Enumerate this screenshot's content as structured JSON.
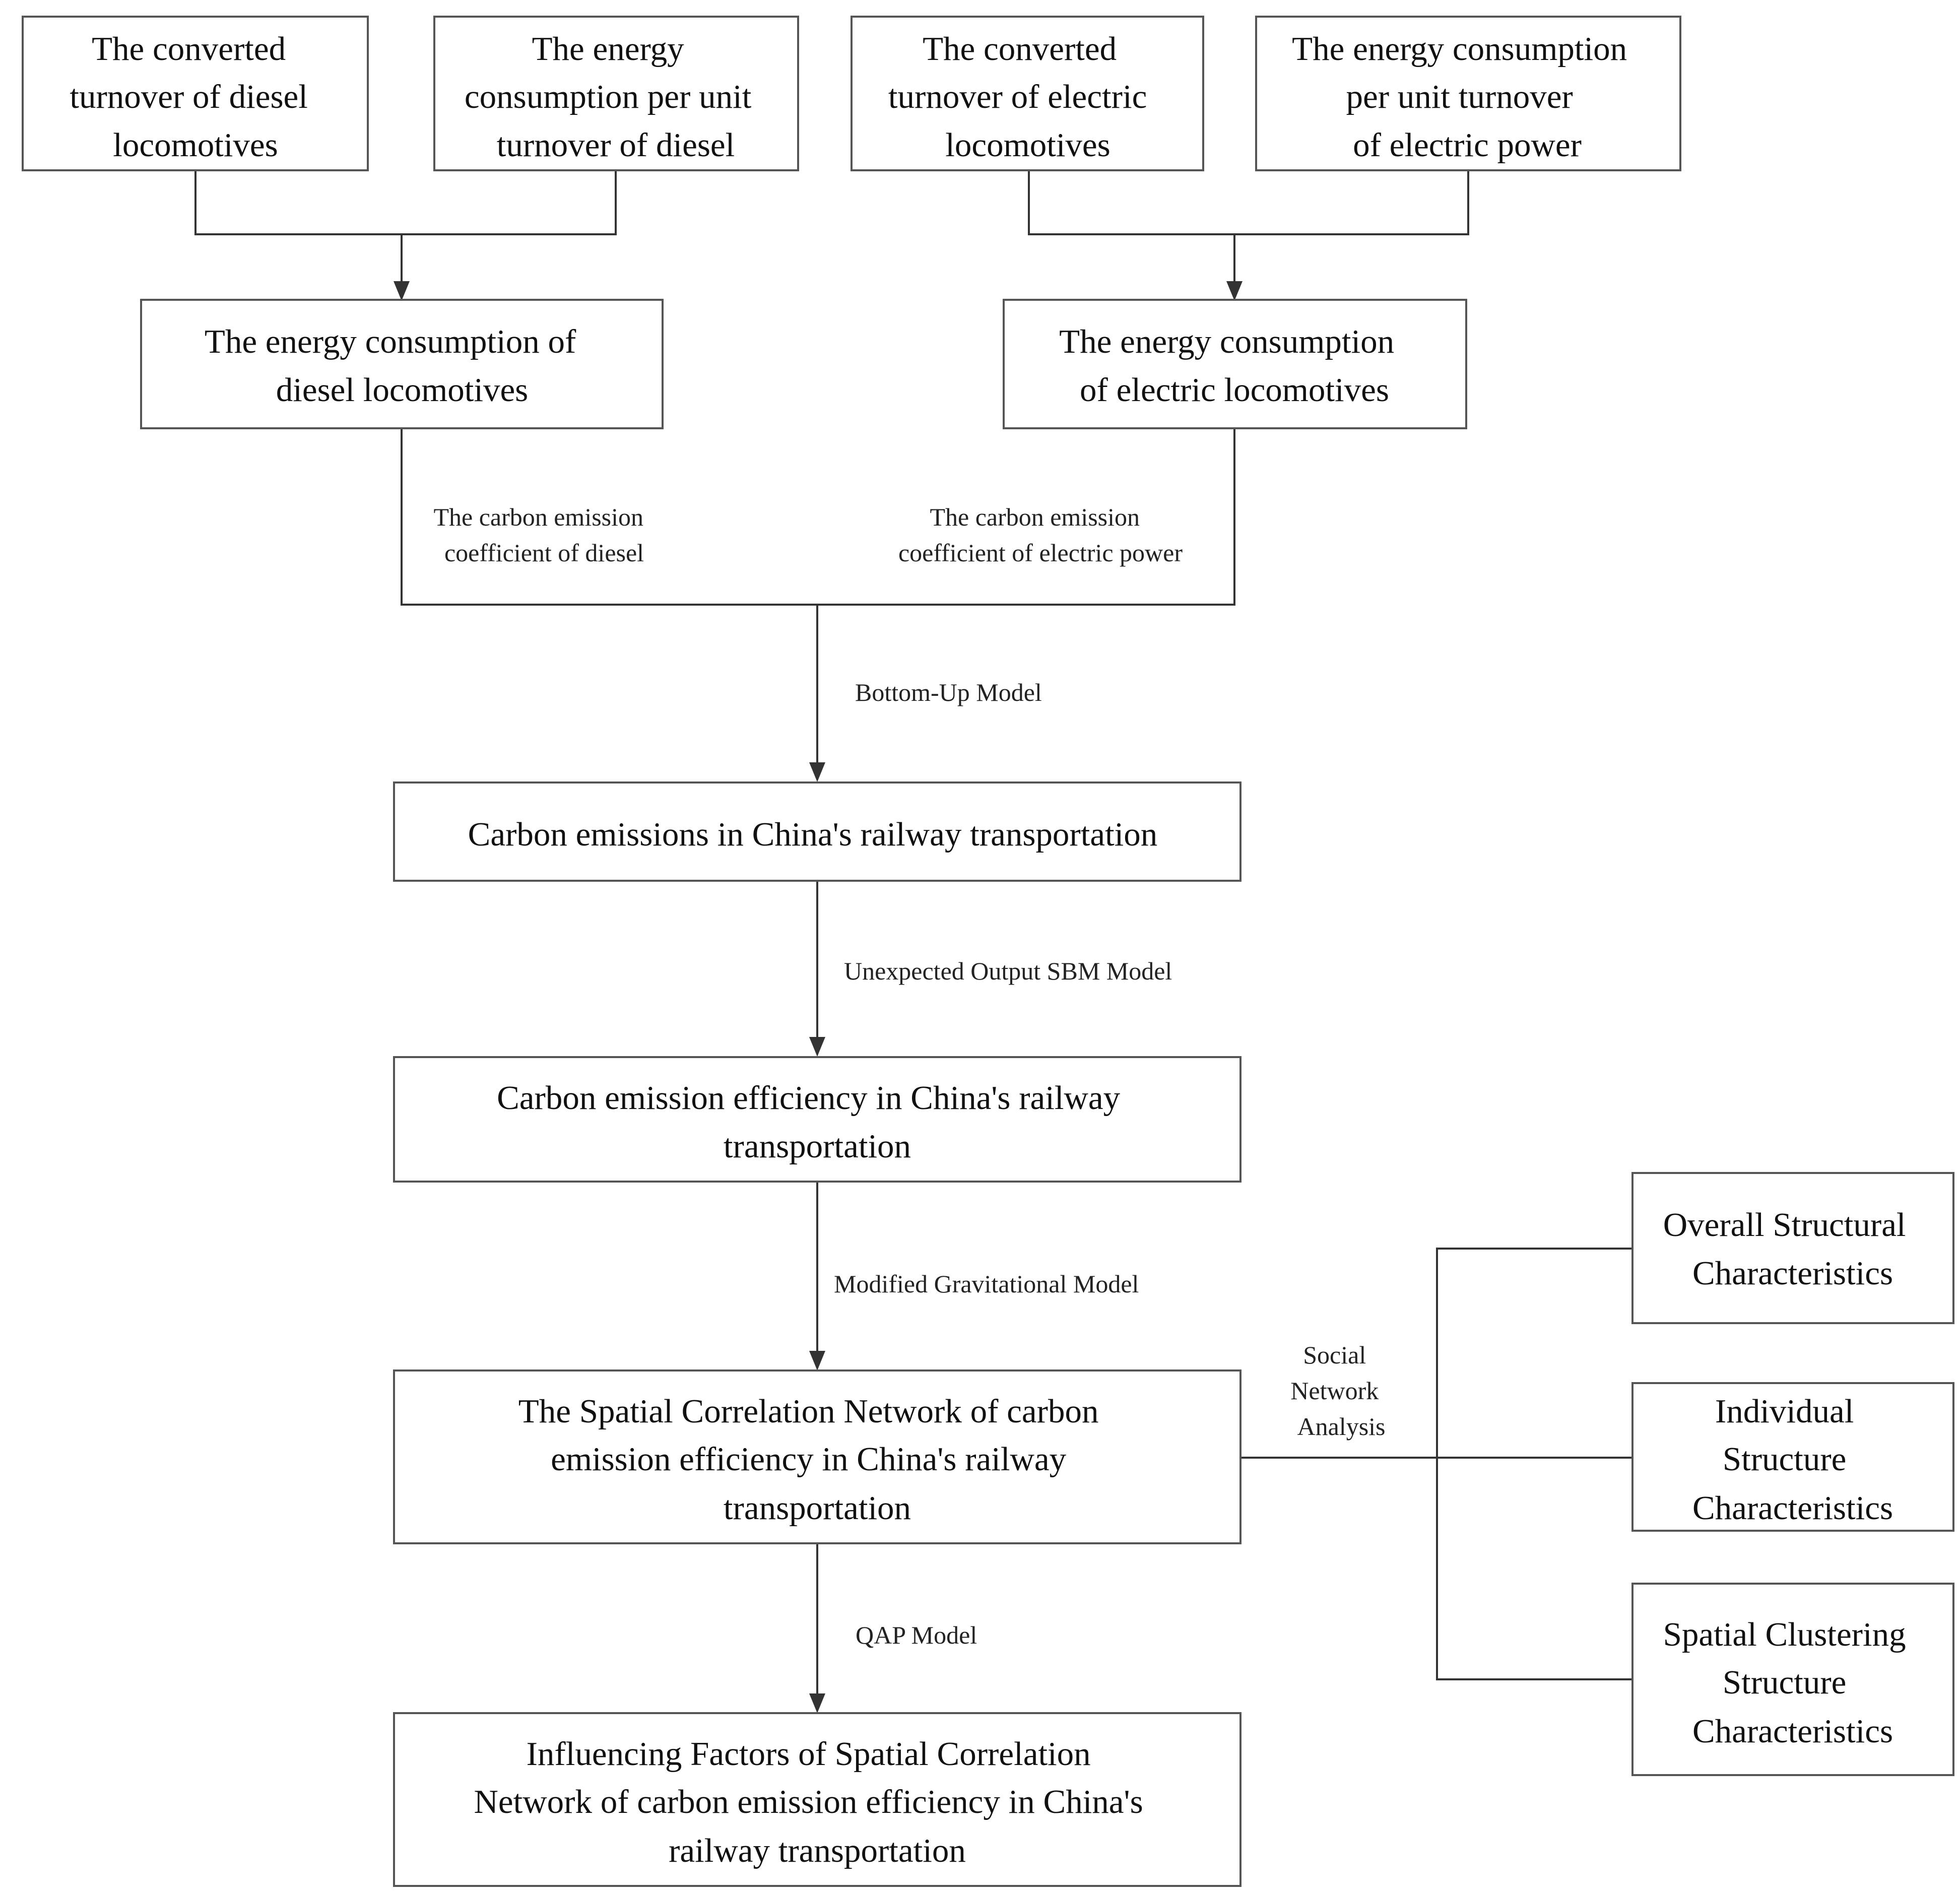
{
  "boxes": {
    "diesel_turnover": [
      "The converted",
      "turnover of diesel",
      "locomotives"
    ],
    "diesel_unit_energy": [
      "The energy",
      "consumption per unit",
      "turnover of  diesel"
    ],
    "electric_turnover": [
      "The converted",
      "turnover of  electric",
      "locomotives"
    ],
    "electric_unit_energy": [
      "The energy consumption",
      "per unit turnover",
      "of  electric power"
    ],
    "diesel_energy": [
      "The energy consumption of",
      "diesel locomotives"
    ],
    "electric_energy": [
      "The energy consumption",
      "of  electric locomotives"
    ],
    "carbon_emissions": [
      "Carbon emissions in China's railway transportation"
    ],
    "carbon_efficiency": [
      "Carbon emission efficiency in China's railway",
      "transportation"
    ],
    "spatial_network": [
      "The Spatial Correlation Network of  carbon",
      "emission efficiency in China's railway",
      "transportation"
    ],
    "influencing_factors": [
      "Influencing Factors of Spatial Correlation",
      "Network of carbon emission efficiency in China's",
      "railway transportation"
    ],
    "overall_structure": [
      "Overall Structural",
      "Characteristics"
    ],
    "individual_structure": [
      "Individual",
      "Structure",
      "Characteristics"
    ],
    "clustering_structure": [
      "Spatial Clustering",
      "Structure",
      "Characteristics"
    ]
  },
  "edge_labels": {
    "diesel_coefficient": [
      "The carbon emission",
      "coefficient of diesel"
    ],
    "electric_coefficient": [
      "The carbon emission",
      "coefficient of electric power"
    ],
    "bottom_up": [
      "Bottom-Up Model"
    ],
    "sbm": [
      "Unexpected Output SBM Model"
    ],
    "gravity": [
      "Modified Gravitational Model"
    ],
    "sna": [
      "Social",
      "Network",
      "Analysis"
    ],
    "qap": [
      "QAP Model"
    ]
  }
}
